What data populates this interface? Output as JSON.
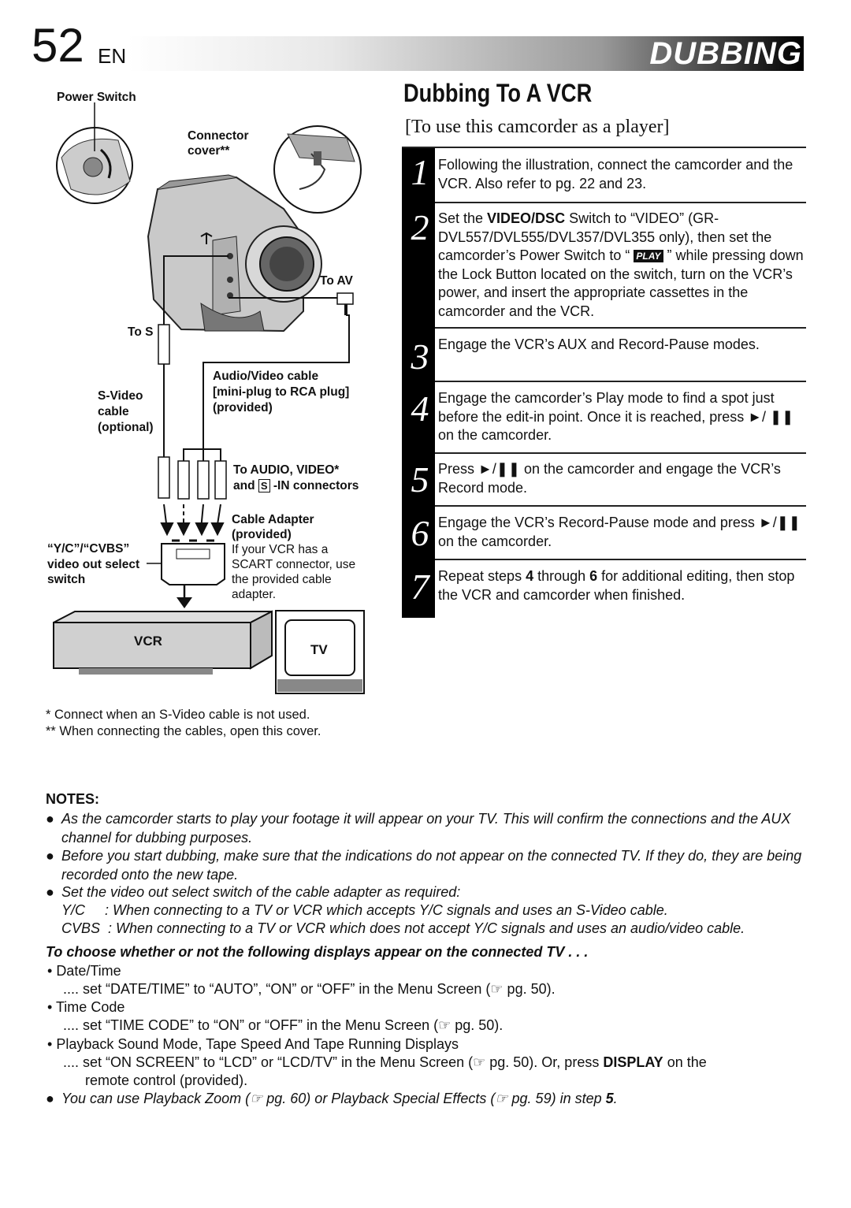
{
  "header": {
    "page_number": "52",
    "page_suffix": "EN",
    "section": "DUBBING"
  },
  "main": {
    "title": "Dubbing To A VCR",
    "subtitle": "[To use this camcorder as a player]",
    "steps": [
      {
        "num": "1",
        "text": "Following the illustration, connect the camcorder and the VCR. Also refer to pg. 22 and 23."
      },
      {
        "num": "2",
        "text_a": "Set the ",
        "bold": "VIDEO/DSC",
        "text_b": " Switch to “VIDEO” (GR-DVL557/DVL555/DVL357/DVL355 only), then set the camcorder’s Power Switch to “ ",
        "icon": "PLAY",
        "text_c": " ” while pressing down the Lock Button located on the switch, turn on the VCR’s power, and insert the appropriate cassettes in the camcorder and the VCR."
      },
      {
        "num": "3",
        "text": "Engage the VCR’s AUX and Record-Pause modes."
      },
      {
        "num": "4",
        "text": "Engage the camcorder’s Play mode to find a spot just before the edit-in point. Once it is reached, press ►/ ❚❚ on the camcorder."
      },
      {
        "num": "5",
        "text": "Press ►/❚❚ on the camcorder and engage the VCR’s Record mode."
      },
      {
        "num": "6",
        "text": "Engage the VCR’s Record-Pause mode and press ►/❚❚ on the camcorder."
      },
      {
        "num": "7",
        "text_a": "Repeat steps ",
        "b1": "4",
        "text_b": " through ",
        "b2": "6",
        "text_c": " for additional editing, then stop the VCR and camcorder when finished."
      }
    ]
  },
  "diagram": {
    "power_switch": "Power Switch",
    "connector_cover": "Connector cover**",
    "to_av": "To AV",
    "to_s": "To S",
    "av_cable": "Audio/Video cable",
    "av_cable_2": "[mini-plug to RCA plug]",
    "av_cable_3": "(provided)",
    "svideo": "S-Video",
    "svideo_2": "cable",
    "svideo_3": "(optional)",
    "to_audio": "To AUDIO, VIDEO*",
    "to_audio_2a": "and",
    "to_audio_2b": "S",
    "to_audio_2c": "-IN connectors",
    "adapter": "Cable Adapter",
    "adapter_2": "(provided)",
    "adapter_desc": "If your VCR has a SCART connector, use the provided cable adapter.",
    "yc_1": "“Y/C”/“CVBS”",
    "yc_2": "video out select",
    "yc_3": "switch",
    "vcr": "VCR",
    "tv": "TV"
  },
  "footnotes": [
    "*   Connect when an S-Video cable is not used.",
    "** When connecting the cables, open this cover."
  ],
  "notes": {
    "heading": "NOTES:",
    "items": [
      "As the camcorder starts to play your footage it will appear on your TV. This will confirm the connections and the AUX channel for dubbing purposes.",
      "Before you start dubbing, make sure that the indications do not appear on the connected TV. If they do, they are being recorded onto the new tape.",
      "Set the video out select switch of the cable adapter as required:"
    ],
    "yc_line": "Y/C     : When connecting to a TV or VCR which accepts Y/C signals and uses an S-Video cable.",
    "cvbs_line": "CVBS  : When connecting to a TV or VCR which does not accept Y/C signals and uses an audio/video cable.",
    "choose": "To choose whether or not the following displays appear on the connected TV . . .",
    "date_time": "Date/Time",
    "date_time_desc": ".... set “DATE/TIME” to “AUTO”, “ON” or “OFF” in the Menu Screen (☞ pg. 50).",
    "time_code": "Time Code",
    "time_code_desc": ".... set “TIME CODE” to “ON” or “OFF” in the Menu Screen (☞ pg. 50).",
    "playback": "Playback Sound Mode, Tape Speed And Tape Running Displays",
    "playback_desc_a": ".... set “ON SCREEN” to “LCD” or “LCD/TV” in the Menu Screen (☞ pg. 50). Or, press ",
    "playback_desc_b": "DISPLAY",
    "playback_desc_c": " on the",
    "playback_desc_d": "remote control (provided).",
    "last_a": "You can use Playback Zoom (☞ pg. 60) or Playback Special Effects (☞ pg. 59) in step ",
    "last_b": "5",
    "last_c": "."
  }
}
